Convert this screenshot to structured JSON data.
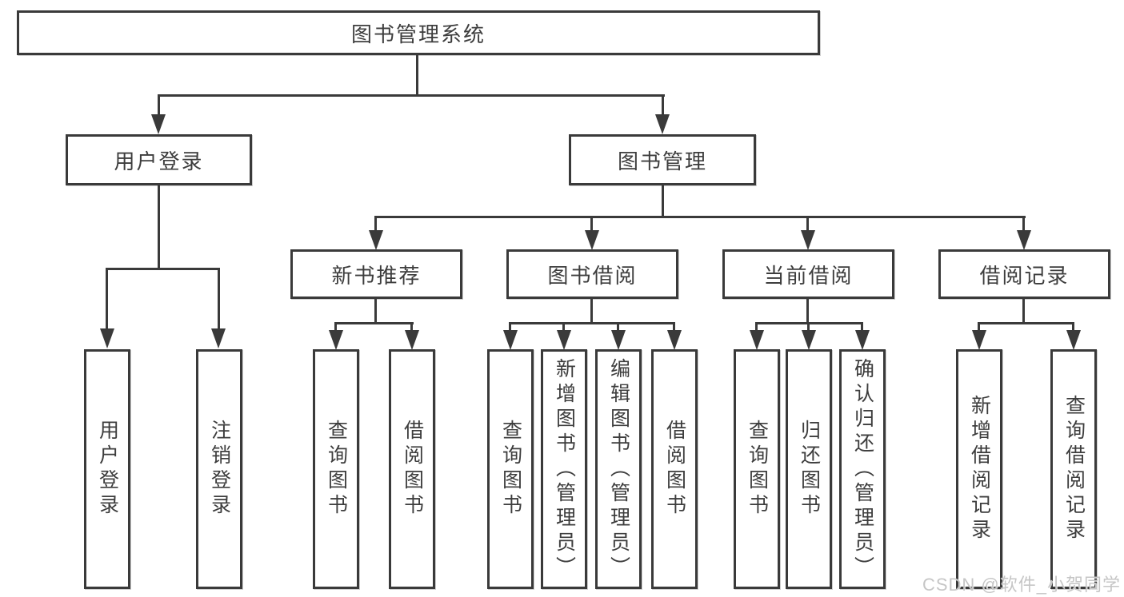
{
  "tree": {
    "root": {
      "label": "图书管理系统"
    },
    "branches": [
      {
        "label": "用户登录",
        "children": [
          {
            "label": "用户登录"
          },
          {
            "label": "注销登录"
          }
        ]
      },
      {
        "label": "图书管理",
        "children": [
          {
            "label": "新书推荐",
            "children": [
              {
                "label": "查询图书"
              },
              {
                "label": "借阅图书"
              }
            ]
          },
          {
            "label": "图书借阅",
            "children": [
              {
                "label": "查询图书"
              },
              {
                "label": "新增图书（管理员）"
              },
              {
                "label": "编辑图书（管理员）"
              },
              {
                "label": "借阅图书"
              }
            ]
          },
          {
            "label": "当前借阅",
            "children": [
              {
                "label": "查询图书"
              },
              {
                "label": "归还图书"
              },
              {
                "label": "确认归还（管理员）"
              }
            ]
          },
          {
            "label": "借阅记录",
            "children": [
              {
                "label": "新增借阅记录"
              },
              {
                "label": "查询借阅记录"
              }
            ]
          }
        ]
      }
    ]
  },
  "colors": {
    "line": "#3a3a3a",
    "text": "#3d3d3d",
    "watermark": "#c6c6c6",
    "background": "#ffffff"
  },
  "watermark": {
    "text": "CSDN @软件_小贺同学"
  }
}
